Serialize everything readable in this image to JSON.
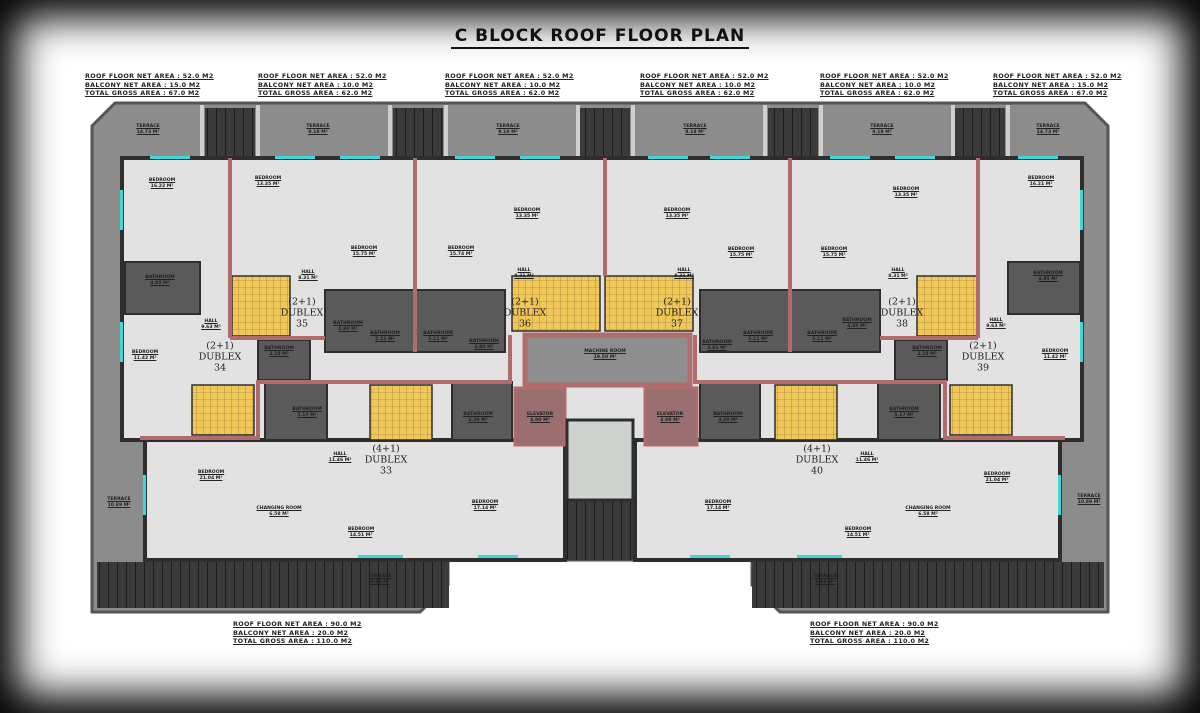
{
  "title": "C BLOCK ROOF FLOOR PLAN",
  "summaries_top": [
    {
      "net": "ROOF FLOOR NET AREA : 52.0 M2",
      "balcony": "BALCONY NET AREA : 15.0 M2",
      "gross": "TOTAL GROSS AREA : 67.0 M2"
    },
    {
      "net": "ROOF FLOOR NET AREA : 52.0 M2",
      "balcony": "BALCONY NET AREA : 10.0 M2",
      "gross": "TOTAL GROSS AREA : 62.0 M2"
    },
    {
      "net": "ROOF FLOOR NET AREA : 52.0 M2",
      "balcony": "BALCONY NET AREA : 10.0 M2",
      "gross": "TOTAL GROSS AREA : 62.0 M2"
    },
    {
      "net": "ROOF FLOOR NET AREA : 52.0 M2",
      "balcony": "BALCONY NET AREA : 10.0 M2",
      "gross": "TOTAL GROSS AREA : 62.0 M2"
    },
    {
      "net": "ROOF FLOOR NET AREA : 52.0 M2",
      "balcony": "BALCONY NET AREA : 10.0 M2",
      "gross": "TOTAL GROSS AREA : 62.0 M2"
    },
    {
      "net": "ROOF FLOOR NET AREA : 52.0 M2",
      "balcony": "BALCONY NET AREA : 15.0 M2",
      "gross": "TOTAL GROSS AREA : 67.0 M2"
    }
  ],
  "summaries_bottom": [
    {
      "net": "ROOF FLOOR NET AREA : 90.0 M2",
      "balcony": "BALCONY NET AREA : 20.0 M2",
      "gross": "TOTAL GROSS AREA : 110.0 M2"
    },
    {
      "net": "ROOF FLOOR NET AREA : 90.0 M2",
      "balcony": "BALCONY NET AREA : 20.0 M2",
      "gross": "TOTAL GROSS AREA : 110.0 M2"
    }
  ],
  "units": [
    {
      "type": "(2+1)",
      "label": "DUBLEX",
      "number": "34"
    },
    {
      "type": "(2+1)",
      "label": "DUBLEX",
      "number": "35"
    },
    {
      "type": "(2+1)",
      "label": "DUBLEX",
      "number": "36"
    },
    {
      "type": "(2+1)",
      "label": "DUBLEX",
      "number": "37"
    },
    {
      "type": "(2+1)",
      "label": "DUBLEX",
      "number": "38"
    },
    {
      "type": "(2+1)",
      "label": "DUBLEX",
      "number": "39"
    },
    {
      "type": "(4+1)",
      "label": "DUBLEX",
      "number": "33"
    },
    {
      "type": "(4+1)",
      "label": "DUBLEX",
      "number": "40"
    }
  ],
  "rooms": [
    {
      "name": "TERRACE",
      "area": "14.73 M²"
    },
    {
      "name": "TERRACE",
      "area": "9.18 M²"
    },
    {
      "name": "TERRACE",
      "area": "9.18 M²"
    },
    {
      "name": "TERRACE",
      "area": "9.18 M²"
    },
    {
      "name": "TERRACE",
      "area": "9.18 M²"
    },
    {
      "name": "TERRACE",
      "area": "14.73 M²"
    },
    {
      "name": "BEDROOM",
      "area": "16.22 M²"
    },
    {
      "name": "BEDROOM",
      "area": "13.35 M²"
    },
    {
      "name": "BEDROOM",
      "area": "15.75 M²"
    },
    {
      "name": "BEDROOM",
      "area": "15.74 M²"
    },
    {
      "name": "BEDROOM",
      "area": "13.35 M²"
    },
    {
      "name": "BEDROOM",
      "area": "13.35 M²"
    },
    {
      "name": "BEDROOM",
      "area": "15.75 M²"
    },
    {
      "name": "BEDROOM",
      "area": "15.75 M²"
    },
    {
      "name": "BEDROOM",
      "area": "13.35 M²"
    },
    {
      "name": "BEDROOM",
      "area": "16.21 M²"
    },
    {
      "name": "HALL",
      "area": "8.31 M²"
    },
    {
      "name": "HALL",
      "area": "8.31 M²"
    },
    {
      "name": "HALL",
      "area": "8.31 M²"
    },
    {
      "name": "HALL",
      "area": "8.31 M²"
    },
    {
      "name": "BATHROOM",
      "area": "4.95 M²"
    },
    {
      "name": "BATHROOM",
      "area": "4.95 M²"
    },
    {
      "name": "HALL",
      "area": "9.63 M²"
    },
    {
      "name": "HALL",
      "area": "9.63 M²"
    },
    {
      "name": "BEDROOM",
      "area": "11.42 M²"
    },
    {
      "name": "BEDROOM",
      "area": "11.42 M²"
    },
    {
      "name": "BATHROOM",
      "area": "4.80 M²"
    },
    {
      "name": "BATHROOM",
      "area": "5.11 M²"
    },
    {
      "name": "BATHROOM",
      "area": "5.11 M²"
    },
    {
      "name": "BATHROOM",
      "area": "4.80 M²"
    },
    {
      "name": "BATHROOM",
      "area": "2.18 M²"
    },
    {
      "name": "BATHROOM",
      "area": "5.17 M²"
    },
    {
      "name": "BATHROOM",
      "area": "4.20 M²"
    },
    {
      "name": "MACHINE ROOM",
      "area": "19.50 M²"
    },
    {
      "name": "ELEVATOR",
      "area": "4.00 M²"
    },
    {
      "name": "ELEVATOR",
      "area": "4.00 M²"
    },
    {
      "name": "BATHROOM",
      "area": "4.20 M²"
    },
    {
      "name": "BATHROOM",
      "area": "4.81 M²"
    },
    {
      "name": "BATHROOM",
      "area": "5.11 M²"
    },
    {
      "name": "BATHROOM",
      "area": "5.11 M²"
    },
    {
      "name": "BATHROOM",
      "area": "4.80 M²"
    },
    {
      "name": "BATHROOM",
      "area": "2.18 M²"
    },
    {
      "name": "BATHROOM",
      "area": "5.17 M²"
    },
    {
      "name": "BEDROOM",
      "area": "21.04 M²"
    },
    {
      "name": "CHANGING ROOM",
      "area": "6.58 M²"
    },
    {
      "name": "HALL",
      "area": "11.46 M²"
    },
    {
      "name": "BEDROOM",
      "area": "14.51 M²"
    },
    {
      "name": "BEDROOM",
      "area": "17.14 M²"
    },
    {
      "name": "TERRACE",
      "area": "10.89 M²"
    },
    {
      "name": "TERRACE",
      "area": "8.68 M²"
    },
    {
      "name": "BEDROOM",
      "area": "17.14 M²"
    },
    {
      "name": "BEDROOM",
      "area": "14.51 M²"
    },
    {
      "name": "HALL",
      "area": "11.46 M²"
    },
    {
      "name": "CHANGING ROOM",
      "area": "6.58 M²"
    },
    {
      "name": "BEDROOM",
      "area": "21.04 M²"
    },
    {
      "name": "TERRACE",
      "area": "10.89 M²"
    },
    {
      "name": "TERRACE",
      "area": "8.68 M²"
    }
  ],
  "colors": {
    "wall": "#333333",
    "party_wall": "#b06c6c",
    "stairs": "#f0c85a",
    "window": "#3fd8d8",
    "terrace": "#8c8c8c",
    "floor": "#e2e2e2",
    "bathroom": "#5a5a5a",
    "roof_panel": "#3a3a3a"
  }
}
